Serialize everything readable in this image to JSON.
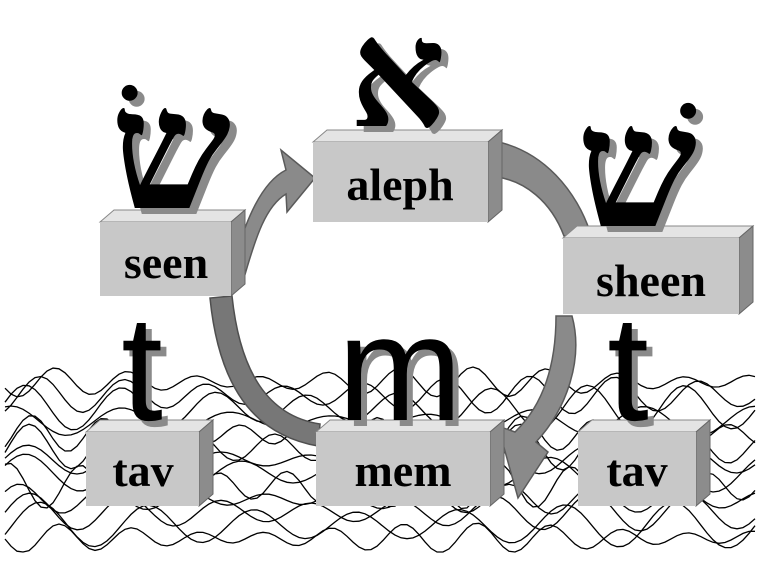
{
  "boxes": {
    "aleph": "aleph",
    "seen": "seen",
    "sheen": "sheen",
    "mem": "mem",
    "tav_left": "tav",
    "tav_right": "tav"
  },
  "glyphs": {
    "aleph": "א",
    "seen": "שׂ",
    "sheen": "שׁ",
    "mem": "m",
    "tav_left": "t",
    "tav_right": "t"
  },
  "colors": {
    "box_face": "#c8c8c8",
    "box_side": "#8c8c8c",
    "box_top": "#e4e4e4",
    "arrow_fill": "#8a8a8a",
    "arrow_stroke": "#5a5a5a",
    "glyph_shadow": "#8a8a8a",
    "waves": "#000000"
  }
}
